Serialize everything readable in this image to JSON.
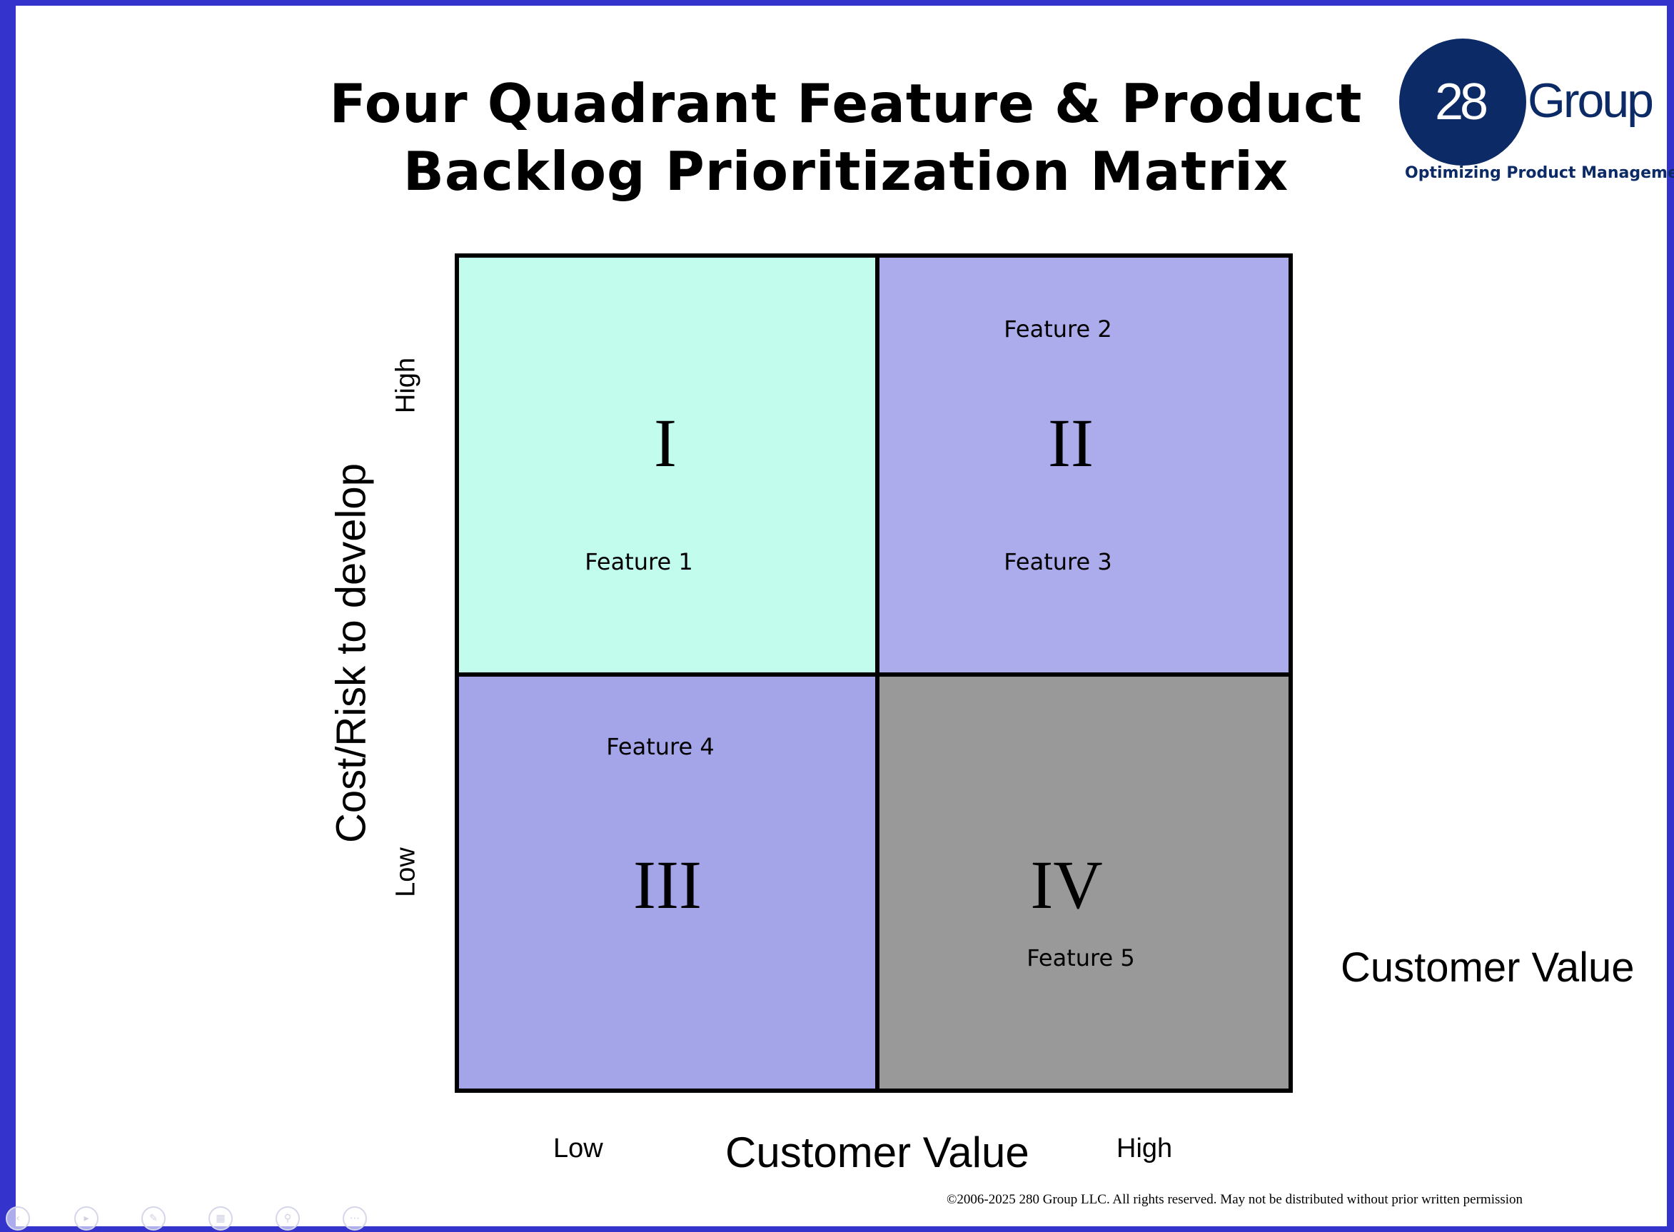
{
  "title": {
    "line1": "Four Quadrant Feature & Product",
    "line2": "Backlog Prioritization Matrix"
  },
  "logo": {
    "number": "28",
    "word": "Group",
    "tagline": "Optimizing Product Management",
    "trademark": "™",
    "brand_color": "#0b2a66"
  },
  "frame": {
    "border_color": "#3434cc"
  },
  "matrix": {
    "quadrants": [
      {
        "numeral": "I",
        "color": "#c2fcec",
        "features": [
          "Feature 1"
        ]
      },
      {
        "numeral": "II",
        "color": "#acacec",
        "features": [
          "Feature 2",
          "Feature 3"
        ]
      },
      {
        "numeral": "III",
        "color": "#a4a4e8",
        "features": [
          "Feature 4"
        ]
      },
      {
        "numeral": "IV",
        "color": "#999999",
        "features": [
          "Feature 5"
        ]
      }
    ]
  },
  "axes": {
    "y_title": "Cost/Risk to develop",
    "y_high": "High",
    "y_low": "Low",
    "x_title": "Customer Value",
    "x_low": "Low",
    "x_high": "High",
    "side_label": "Customer Value"
  },
  "copyright": "©2006-2025 280 Group LLC. All rights reserved. May not be distributed without prior written permission",
  "toolbar": {
    "buttons": [
      "previous-icon",
      "play-icon",
      "pen-icon",
      "slides-icon",
      "zoom-icon",
      "more-icon"
    ]
  }
}
